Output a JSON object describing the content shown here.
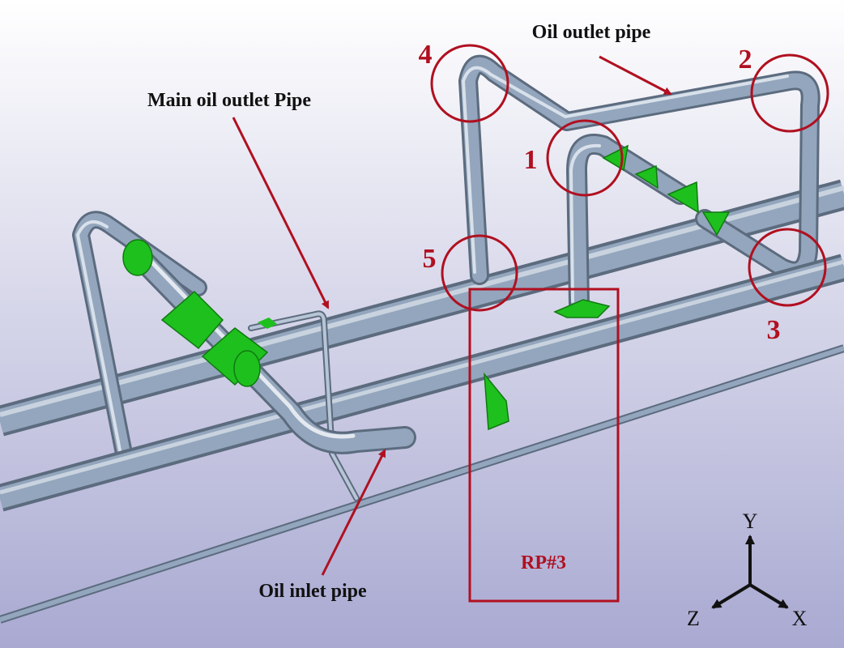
{
  "labels": {
    "main_outlet": "Main oil outlet Pipe",
    "oil_outlet": "Oil outlet pipe",
    "oil_inlet": "Oil inlet pipe",
    "rp": "RP#3"
  },
  "markers": [
    "1",
    "2",
    "3",
    "4",
    "5"
  ],
  "axes": {
    "y": "Y",
    "z": "Z",
    "x": "X"
  },
  "colors": {
    "background_top": "#ffffff",
    "background_bottom": "#a9a9d2",
    "pipe": "#93a6bd",
    "pipe_highlight": "#d8e0ea",
    "pipe_shadow": "#5c6b7e",
    "support_green": "#1ec01e",
    "annotation_red": "#b01020",
    "axis_black": "#111111"
  }
}
